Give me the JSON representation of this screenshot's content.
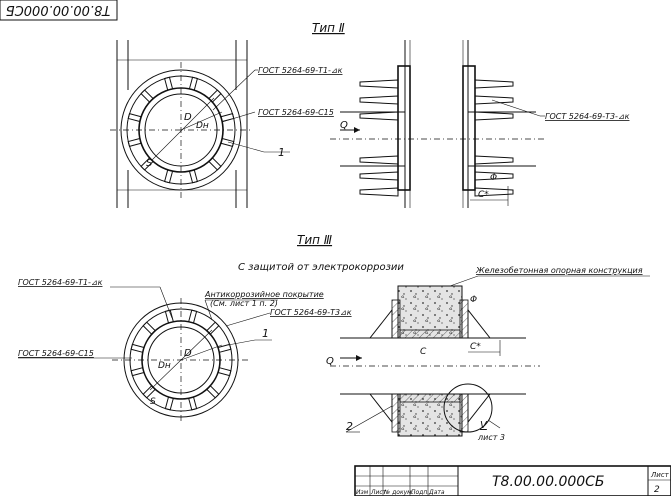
{
  "stamp_corner": "T8.00.00.000СБ",
  "type2": {
    "title": "Тип Ⅱ",
    "callout_gost_ak": "ГОСТ 5264-69-Т1-⊿к",
    "callout_gost_c15": "ГОСТ 5264-69-С15",
    "callout_gost_t3": "ГОСТ 5264-69-Т3-⊿к",
    "label_part": "1",
    "dim_dh": "Dн",
    "dim_d": "D",
    "dim_s": "S",
    "flow": "Q",
    "dim_c": "C*",
    "dim_phi": "Φ"
  },
  "type3": {
    "title": "Тип Ⅲ",
    "subtitle": "С защитой от электрокоррозии",
    "callout_gost_ak": "ГОСТ 5264-69-Т1-⊿к",
    "callout_coating_1": "Антикоррозийное покрытие",
    "callout_coating_2": "(См. лист 1 п. 2)",
    "callout_gost_t3": "ГОСТ 5264-69-Т3⊿к",
    "callout_gost_c15": "ГОСТ 5264-69-С15",
    "callout_support": "Железобетонная опорная конструкция",
    "label_part1": "1",
    "label_part2": "2",
    "dim_dh": "Dн",
    "dim_d": "D",
    "dim_s": "S",
    "flow": "Q",
    "dim_c": "C*",
    "dim_c2": "C",
    "dim_phi": "Φ",
    "view_mark": "V",
    "view_sheet": "лист 3"
  },
  "title_block": {
    "designation": "Т8.00.00.000СБ",
    "headers": [
      "Изм",
      "Лист",
      "№ докум.",
      "Подп.",
      "Дата"
    ],
    "sheet_label": "Лист",
    "sheet_number": "2"
  }
}
